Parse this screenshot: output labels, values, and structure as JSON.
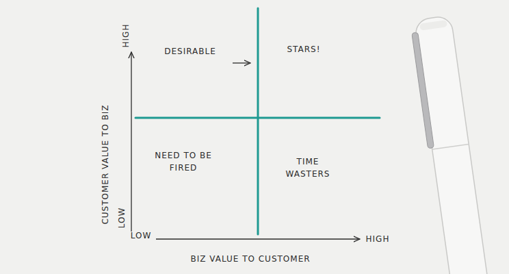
{
  "diagram": {
    "labels": [
      "HIGH",
      "CUSTOMER VALUE TO BIZ",
      "LOW",
      "DESIRABLE",
      "STARS!",
      "NEED TO BE FIRED",
      "TIME WASTERS",
      "LOW",
      "HIGH",
      "BIZ VALUE TO CUSTOMER"
    ]
  }
}
